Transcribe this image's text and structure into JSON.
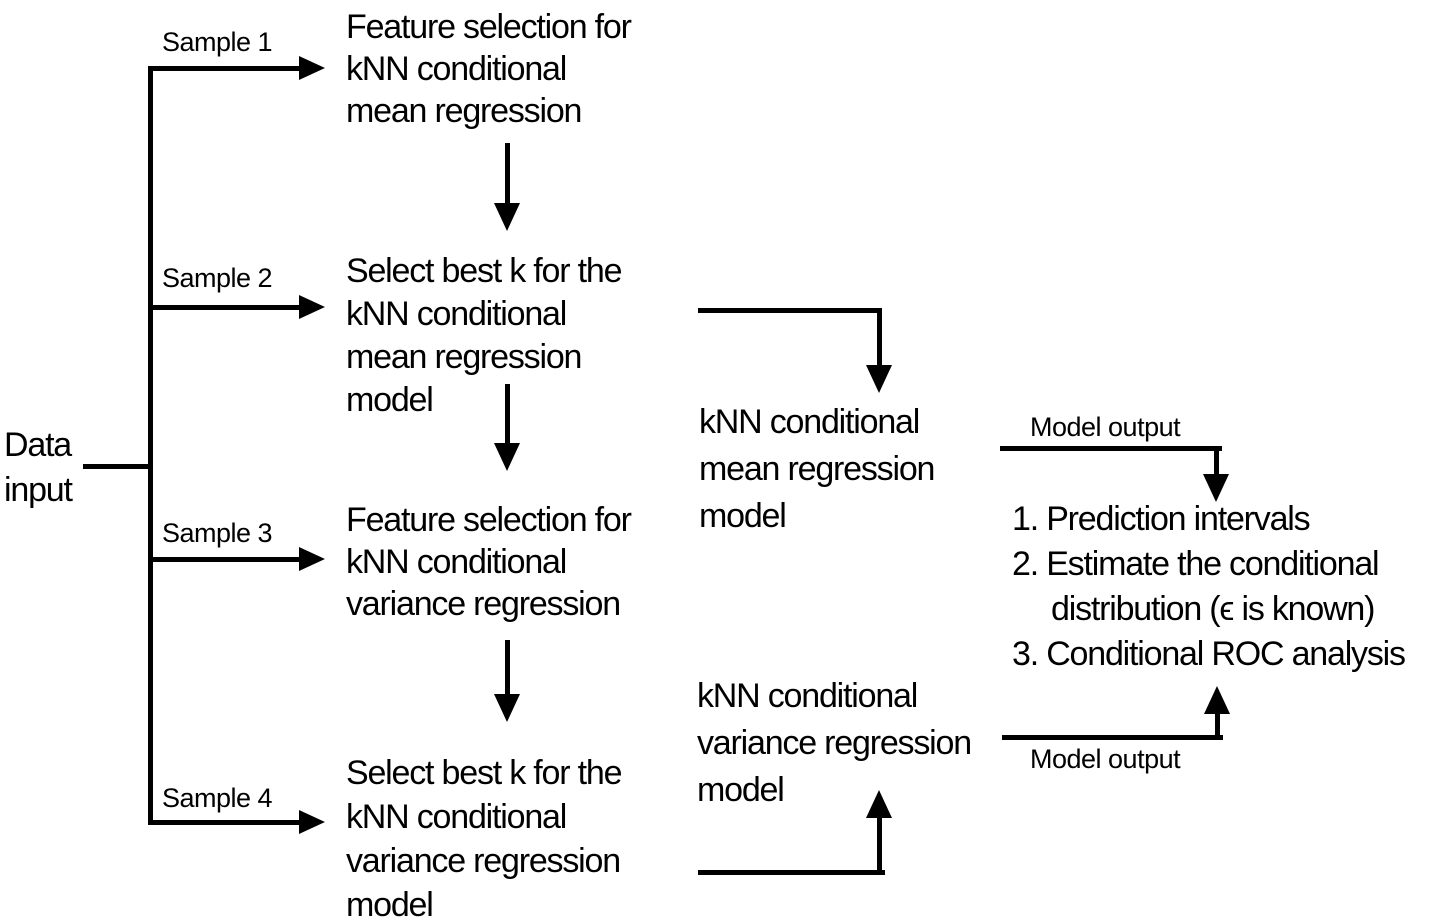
{
  "diagram": {
    "title_hint": "kNN conditional mean and variance regression modeling flowchart",
    "colors": {
      "line": "#000000",
      "text": "#000000",
      "background": "#ffffff"
    },
    "input_label": "Data\ninput",
    "branches": [
      {
        "label": "Sample 1"
      },
      {
        "label": "Sample 2"
      },
      {
        "label": "Sample 3"
      },
      {
        "label": "Sample 4"
      }
    ],
    "steps": {
      "feature_selection_mean": "Feature selection for\nkNN conditional\nmean regression",
      "select_k_mean": "Select best k for the\nkNN conditional\nmean regression\nmodel",
      "feature_selection_variance": "Feature selection for\nkNN conditional\nvariance regression",
      "select_k_variance": "Select best k for the\nkNN conditional\nvariance regression\nmodel",
      "mean_model": "kNN conditional\nmean regression\nmodel",
      "variance_model": "kNN conditional\nvariance regression\nmodel"
    },
    "model_output_label_top": "Model output",
    "model_output_label_bottom": "Model output",
    "outputs": {
      "item1": "1. Prediction intervals",
      "item2": "2. Estimate the conditional",
      "item2_cont": "distribution (ϵ is known)",
      "item3": "3. Conditional ROC analysis"
    }
  }
}
